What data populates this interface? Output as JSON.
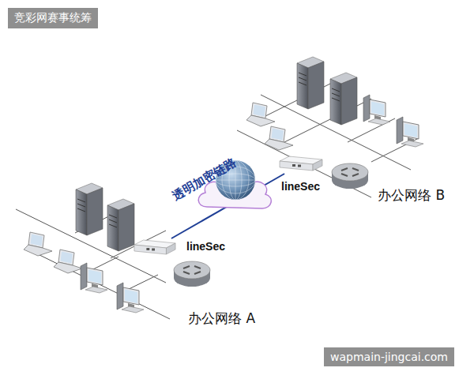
{
  "diagram": {
    "nodes": [
      {
        "text": [
          "lineSec"
        ]
      },
      {
        "text": [
          "lineSec"
        ]
      }
    ],
    "edges": [
      {
        "from": 1,
        "to": 0,
        "label": "透明加密链路",
        "arrow": "none"
      }
    ],
    "labels": [
      "竞彩网赛事统筹",
      "办公网络 B",
      "办公网络 A",
      "wapmain-jingcai.com"
    ]
  }
}
